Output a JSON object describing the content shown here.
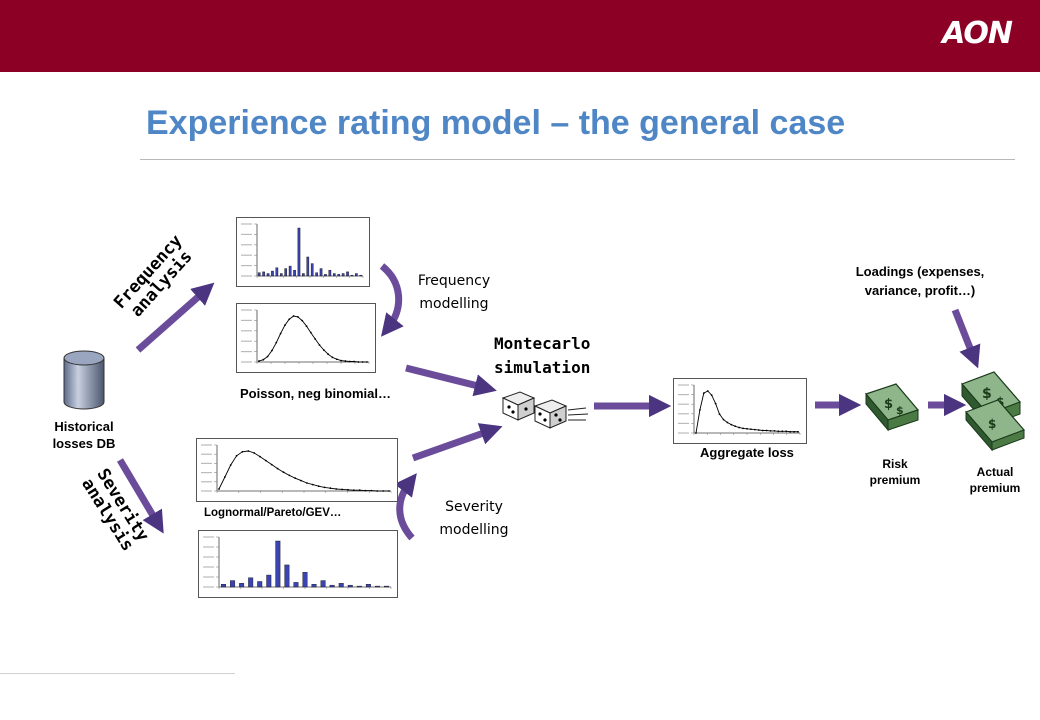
{
  "header": {
    "logo_text": "AON"
  },
  "title": "Experience rating model – the general case",
  "labels": {
    "historical_losses": "Historical\nlosses DB",
    "frequency_analysis": "Frequency\nanalysis",
    "severity_analysis": "Severity\nanalysis",
    "frequency_modelling": "Frequency\nmodelling",
    "severity_modelling": "Severity\nmodelling",
    "poisson": "Poisson, neg binomial…",
    "lognormal": "Lognormal/Pareto/GEV…",
    "montecarlo": "Montecarlo\nsimulation",
    "aggregate_loss": "Aggregate loss",
    "loadings": "Loadings (expenses,\nvariance, profit…)",
    "risk_premium": "Risk\npremium",
    "actual_premium": "Actual\npremium"
  },
  "icons": {
    "database": "database-icon",
    "dice": "dice-icon",
    "money_single": "money-stack-icon",
    "money_double": "money-stacks-icon"
  },
  "colors": {
    "header": "#8b0024",
    "title": "#4f86c6",
    "arrow": "#6b4c9a",
    "bar": "#3b44b0"
  },
  "chart_data": [
    {
      "type": "bar",
      "name_hint": "frequency-histogram",
      "values": [
        0.4,
        0.5,
        0.3,
        0.6,
        1.0,
        0.3,
        0.9,
        1.2,
        0.7,
        5.8,
        0.3,
        2.3,
        1.5,
        0.4,
        0.9,
        0.2,
        0.7,
        0.3,
        0.2,
        0.3,
        0.5,
        0.1,
        0.3,
        0.1
      ]
    },
    {
      "type": "line",
      "name_hint": "frequency-fitted-curve",
      "values": [
        0.02,
        0.05,
        0.12,
        0.25,
        0.42,
        0.62,
        0.8,
        0.93,
        1.0,
        0.98,
        0.9,
        0.78,
        0.64,
        0.5,
        0.37,
        0.26,
        0.17,
        0.1,
        0.06,
        0.03,
        0.02,
        0.01,
        0.01,
        0.0,
        0.0,
        0.0
      ]
    },
    {
      "type": "line",
      "name_hint": "severity-fitted-curve",
      "values": [
        0.05,
        0.35,
        0.65,
        0.88,
        0.98,
        1.0,
        0.95,
        0.86,
        0.76,
        0.66,
        0.56,
        0.47,
        0.39,
        0.32,
        0.26,
        0.2,
        0.16,
        0.12,
        0.09,
        0.07,
        0.05,
        0.04,
        0.03,
        0.02,
        0.02,
        0.01,
        0.01,
        0.0,
        0.0,
        0.0
      ]
    },
    {
      "type": "bar",
      "name_hint": "severity-histogram",
      "values": [
        0.3,
        0.7,
        0.4,
        1.0,
        0.6,
        1.3,
        5.0,
        2.4,
        0.5,
        1.6,
        0.3,
        0.7,
        0.2,
        0.4,
        0.2,
        0.1,
        0.3,
        0.1,
        0.1
      ]
    },
    {
      "type": "line",
      "name_hint": "aggregate-loss-curve",
      "values": [
        0.0,
        0.55,
        0.95,
        1.0,
        0.9,
        0.7,
        0.45,
        0.32,
        0.25,
        0.2,
        0.16,
        0.13,
        0.11,
        0.1,
        0.09,
        0.08,
        0.07,
        0.06,
        0.06,
        0.05,
        0.05,
        0.04,
        0.04,
        0.04,
        0.03,
        0.03,
        0.03
      ]
    }
  ]
}
